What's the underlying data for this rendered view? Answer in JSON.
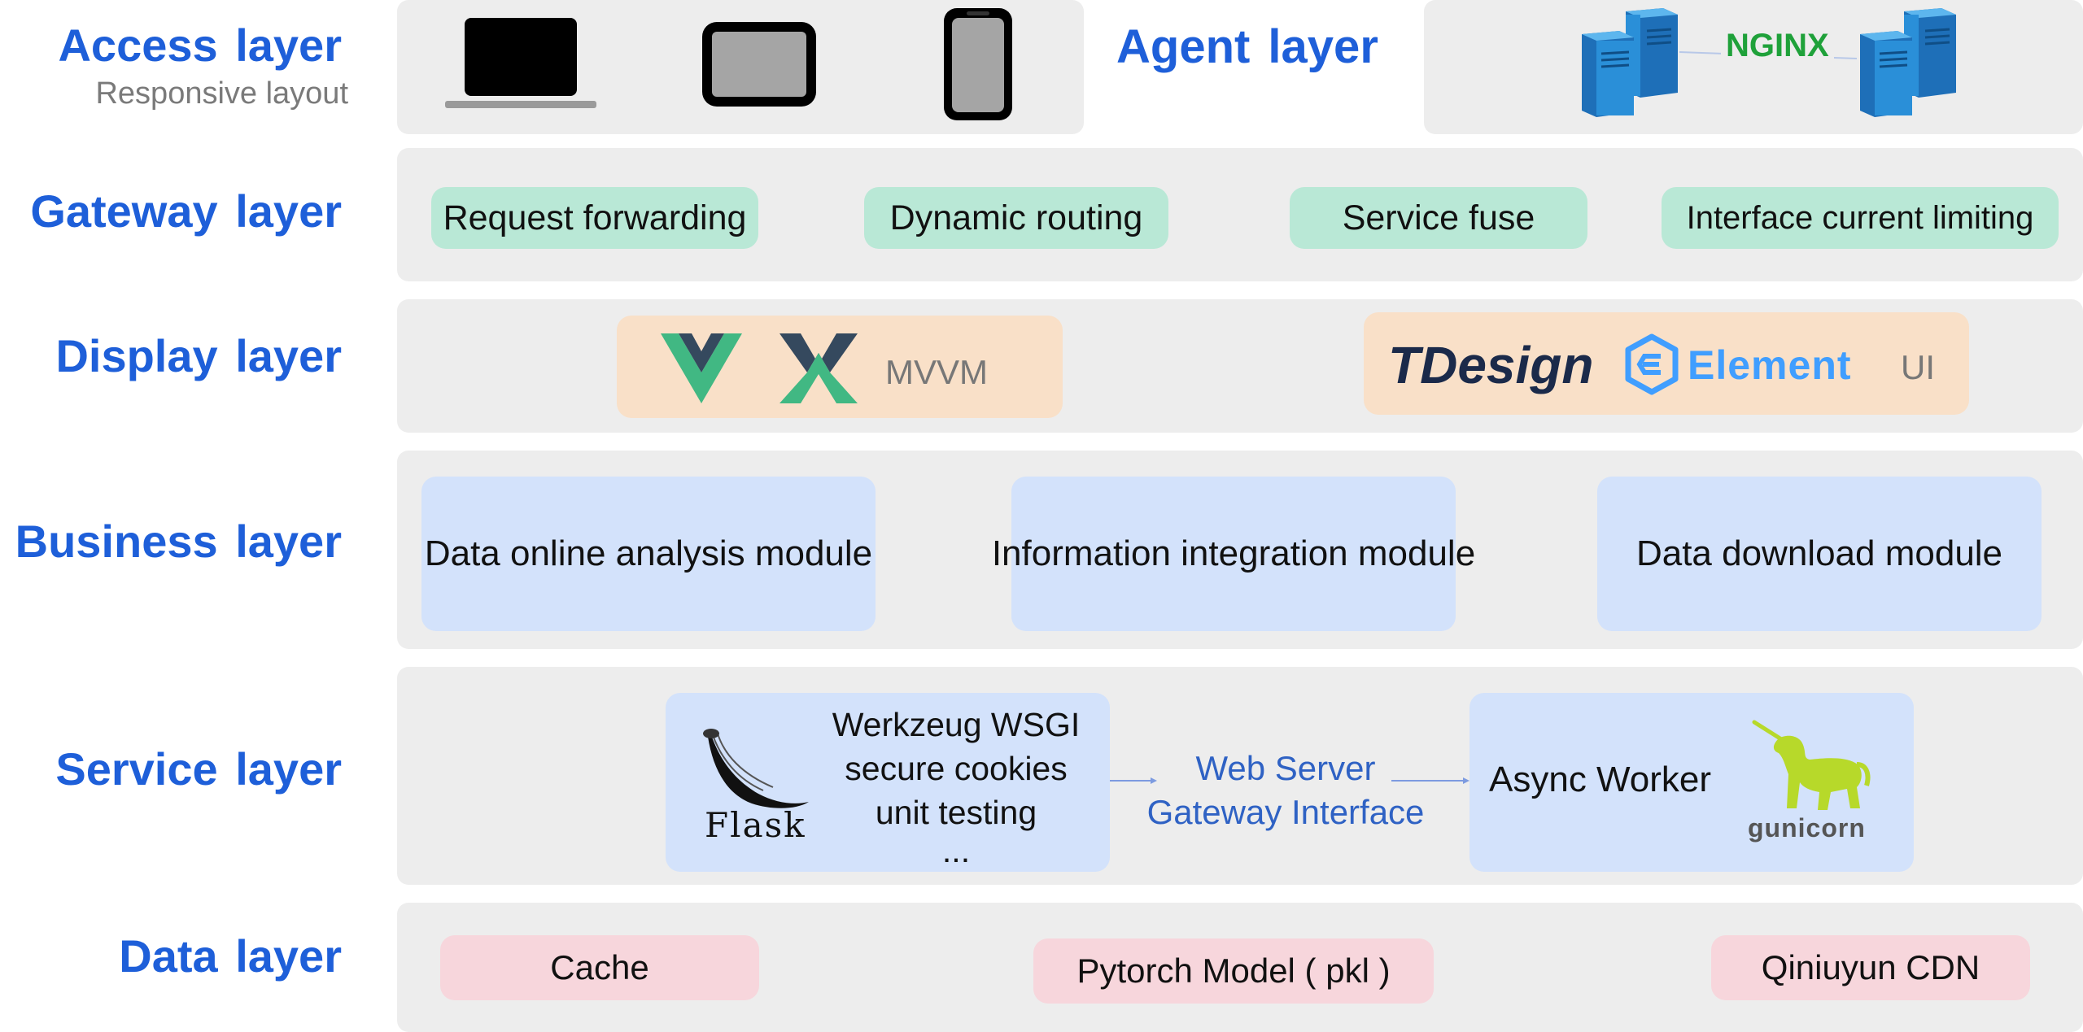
{
  "layers": {
    "access": {
      "label": "Access  layer",
      "sublabel": "Responsive layout"
    },
    "agent": {
      "label": "Agent  layer",
      "nginx_text": "NGINX"
    },
    "gateway": {
      "label": "Gateway  layer",
      "items": [
        "Request forwarding",
        "Dynamic routing",
        "Service fuse",
        "Interface current limiting"
      ]
    },
    "display": {
      "label": "Display  layer",
      "mvvm_text": "MVVM",
      "tdesign_text": "TDesign",
      "element_text": "Element",
      "ui_text": "UI"
    },
    "business": {
      "label": "Business  layer",
      "modules": [
        "Data online analysis module",
        "Information integration module",
        "Data download module"
      ]
    },
    "service": {
      "label": "Service  layer",
      "flask_text": "Flask",
      "flask_features": [
        "Werkzeug WSGI",
        "secure cookies",
        "unit testing",
        "..."
      ],
      "wsgi_line1": "Web Server",
      "wsgi_line2": "Gateway Interface",
      "worker_text": "Async Worker",
      "gunicorn_text": "gunicorn"
    },
    "data": {
      "label": "Data  layer",
      "items": [
        "Cache",
        "Pytorch Model ( pkl )",
        "Qiniuyun CDN"
      ]
    }
  },
  "colors": {
    "label_blue": "#1e5fd9",
    "panel_gray": "#ededed",
    "gateway_chip": "#b9e8d6",
    "data_chip": "#f7d6dc",
    "business_chip": "#d3e2fb",
    "display_chip": "#f9e0c8",
    "server_blue": "#2a8fd8",
    "nginx_green": "#1fa13a",
    "vue_green": "#41b883",
    "vue_dark": "#35495e",
    "gunicorn_green": "#b7d92a"
  },
  "icons": [
    "laptop-icon",
    "tablet-icon",
    "phone-icon",
    "server-icon",
    "flask-horn-icon",
    "vue-logo-icon",
    "vuex-logo-icon",
    "element-logo-icon",
    "unicorn-icon"
  ]
}
